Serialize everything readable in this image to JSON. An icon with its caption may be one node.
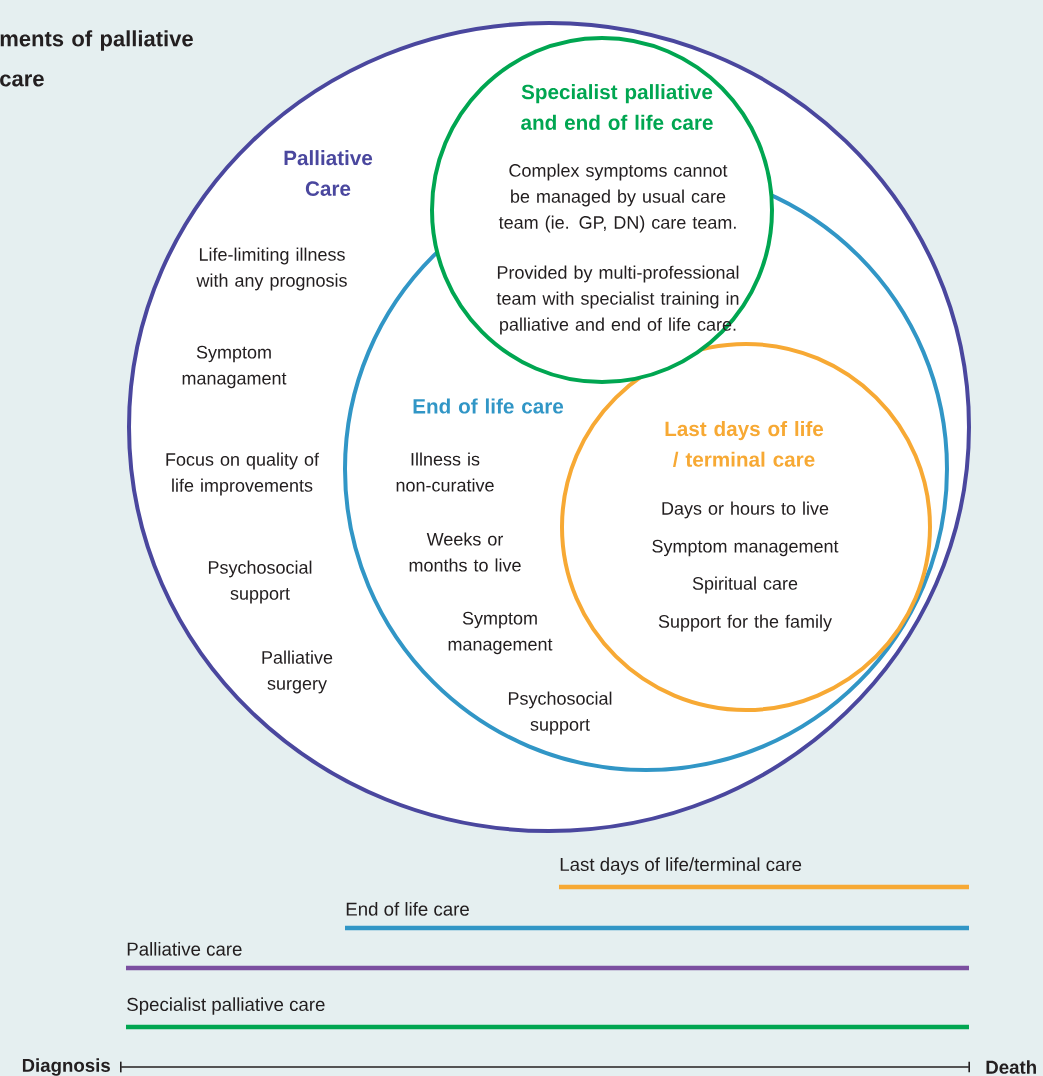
{
  "diagram": {
    "title": "ments of palliative care",
    "nodes": [
      {
        "text": [
          "Palliative Care",
          "Life-limiting illness with any prognosis",
          "Symptom managament",
          "Focus on quality of life improvements",
          "Psychosocial support",
          "Palliative surgery"
        ]
      },
      {
        "text": [
          "End of life care",
          "Illness is non-curative",
          "Weeks or months to live",
          "Symptom management",
          "Psychosocial support"
        ],
        "in": 0
      },
      {
        "text": [
          "Specialist palliative and end of life care",
          "Complex symptoms cannot be managed by usual care team (ie. GP, DN) care team.",
          "Provided by multi-professional team with specialist training in palliative and end of life care."
        ],
        "in": 0
      },
      {
        "text": [
          "Last days of life / terminal care",
          "Days or hours to live",
          "Symptom management",
          "Spiritual care",
          "Support for the family"
        ],
        "in": 1
      }
    ],
    "labels": [
      "Last days of life/terminal care",
      "End of life care",
      "Palliative care",
      "Specialist palliative care",
      "Diagnosis",
      "Death"
    ]
  }
}
